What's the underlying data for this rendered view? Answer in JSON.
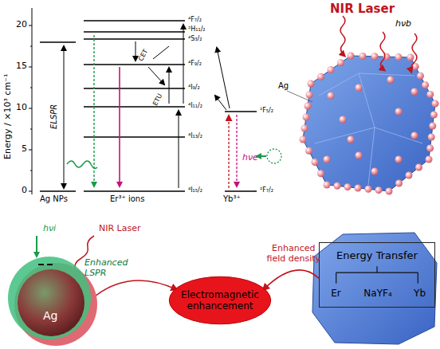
{
  "diagram": {
    "nodes": [
      {
        "text": [
          "Enhanced LSPR",
          "Ag"
        ]
      },
      {
        "text": [
          "Electromagnetic enhancement"
        ]
      },
      {
        "text": [
          "Energy Transfer",
          "Er",
          "NaYF₄",
          "Yb"
        ]
      }
    ],
    "edges": [
      {
        "from": 0,
        "to": 1,
        "arrow": "to"
      },
      {
        "from": 2,
        "to": 1,
        "label": "Enhanced field density",
        "arrow": "to"
      }
    ],
    "labels": [
      "Energy / ×10³ cm⁻¹",
      "20",
      "15",
      "10",
      "5",
      "0",
      "Ag NPs",
      "Er³⁺ ions",
      "Yb³⁺",
      "⁴F₇/₂",
      "²H₁₁/₂",
      "⁴S₃/₂",
      "⁴F₉/₂",
      "⁴I₉/₂",
      "⁴I₁₁/₂",
      "⁴I₁₃/₂",
      "⁴I₁₅/₂",
      "²F₅/₂",
      "²F₇/₂",
      "ELSPR",
      "CET",
      "ETU",
      "hνe",
      "NIR Laser",
      "hνb",
      "Ag",
      "hνi",
      "NIR Laser"
    ]
  }
}
